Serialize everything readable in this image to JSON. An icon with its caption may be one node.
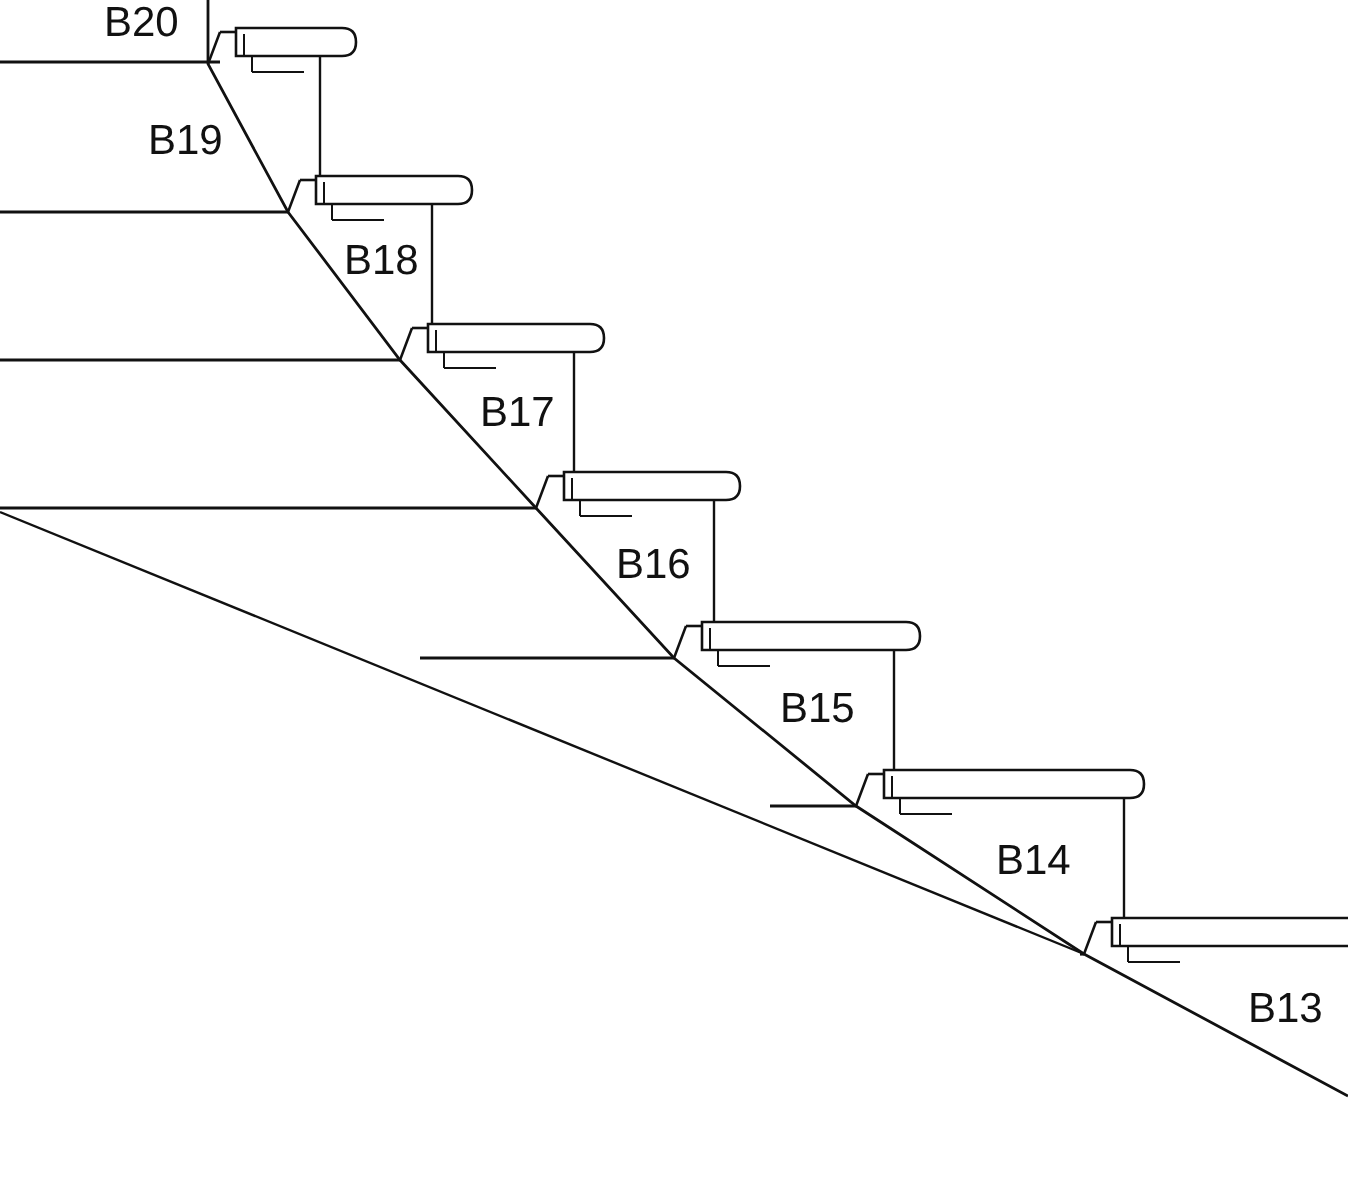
{
  "diagram": {
    "labels": [
      "B20",
      "B19",
      "B18",
      "B17",
      "B16",
      "B15",
      "B14",
      "B13"
    ]
  }
}
